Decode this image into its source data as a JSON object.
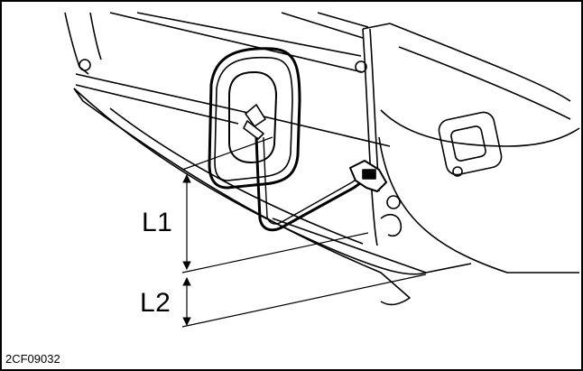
{
  "diagram": {
    "subject": "mirror-assembly-on-door",
    "dimension_labels": {
      "l1": "L1",
      "l2": "L2"
    },
    "figure_code": "2CF09032"
  },
  "colors": {
    "line": "#000000",
    "background": "#ffffff"
  }
}
